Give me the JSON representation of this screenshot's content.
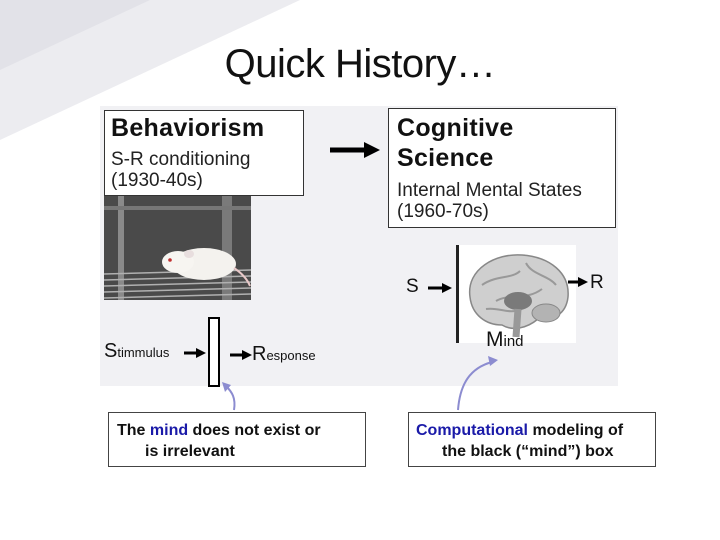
{
  "slide": {
    "title": "Quick History…"
  },
  "behaviorism": {
    "heading": "Behaviorism",
    "line1": "S-R conditioning",
    "line2": "(1930-40s)"
  },
  "cognitive": {
    "heading1": "Cognitive",
    "heading2": "Science",
    "line1": "Internal Mental States",
    "line2": "(1960-70s)"
  },
  "diagram_left": {
    "stimulus_initial": "S",
    "stimulus_rest": "timmulus",
    "response_initial": "R",
    "response_rest": "esponse"
  },
  "diagram_right": {
    "s": "S",
    "r": "R",
    "mind_initial": "M",
    "mind_rest": "ind"
  },
  "caption_left": {
    "part1": "The ",
    "highlight": "mind",
    "part2": " does not exist or",
    "line2": "is irrelevant"
  },
  "caption_right": {
    "highlight": "Computational",
    "part1": " modeling of",
    "line2": "the black (“mind”) box"
  },
  "colors": {
    "highlight_blue": "#1a1aa8",
    "pointer_arrow": "#8c8cd0",
    "panel_bg": "#f1f1f4"
  }
}
